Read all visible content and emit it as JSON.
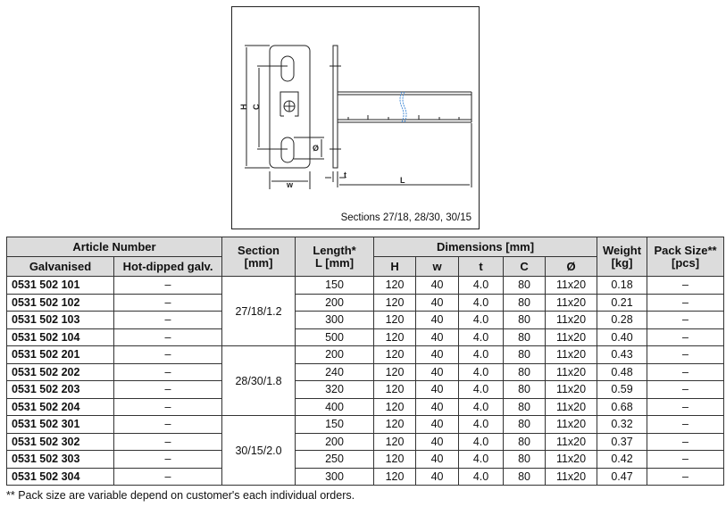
{
  "figure": {
    "caption": "Sections 27/18, 28/30, 30/15",
    "labels": {
      "H": "H",
      "C": "C",
      "w": "w",
      "t": "t",
      "L": "L",
      "dia": "Ø"
    }
  },
  "table": {
    "headers": {
      "article": "Article Number",
      "galvanised": "Galvanised",
      "hot_dipped": "Hot-dipped galv.",
      "section": "Section\n[mm]",
      "length": "Length*\nL [mm]",
      "dimensions": "Dimensions [mm]",
      "H": "H",
      "w": "w",
      "t": "t",
      "C": "C",
      "dia": "Ø",
      "weight": "Weight\n[kg]",
      "pack": "Pack Size**\n[pcs]"
    },
    "sections": [
      "27/18/1.2",
      "28/30/1.8",
      "30/15/2.0"
    ],
    "rows": [
      [
        "0531 502 101",
        "–",
        "150",
        "120",
        "40",
        "4.0",
        "80",
        "11x20",
        "0.18",
        "–"
      ],
      [
        "0531 502 102",
        "–",
        "200",
        "120",
        "40",
        "4.0",
        "80",
        "11x20",
        "0.21",
        "–"
      ],
      [
        "0531 502 103",
        "–",
        "300",
        "120",
        "40",
        "4.0",
        "80",
        "11x20",
        "0.28",
        "–"
      ],
      [
        "0531 502 104",
        "–",
        "500",
        "120",
        "40",
        "4.0",
        "80",
        "11x20",
        "0.40",
        "–"
      ],
      [
        "0531 502 201",
        "–",
        "200",
        "120",
        "40",
        "4.0",
        "80",
        "11x20",
        "0.43",
        "–"
      ],
      [
        "0531 502 202",
        "–",
        "240",
        "120",
        "40",
        "4.0",
        "80",
        "11x20",
        "0.48",
        "–"
      ],
      [
        "0531 502 203",
        "–",
        "320",
        "120",
        "40",
        "4.0",
        "80",
        "11x20",
        "0.59",
        "–"
      ],
      [
        "0531 502 204",
        "–",
        "400",
        "120",
        "40",
        "4.0",
        "80",
        "11x20",
        "0.68",
        "–"
      ],
      [
        "0531 502 301",
        "–",
        "150",
        "120",
        "40",
        "4.0",
        "80",
        "11x20",
        "0.32",
        "–"
      ],
      [
        "0531 502 302",
        "–",
        "200",
        "120",
        "40",
        "4.0",
        "80",
        "11x20",
        "0.37",
        "–"
      ],
      [
        "0531 502 303",
        "–",
        "250",
        "120",
        "40",
        "4.0",
        "80",
        "11x20",
        "0.42",
        "–"
      ],
      [
        "0531 502 304",
        "–",
        "300",
        "120",
        "40",
        "4.0",
        "80",
        "11x20",
        "0.47",
        "–"
      ]
    ]
  },
  "footnote": "** Pack size are variable depend on customer's each individual orders."
}
